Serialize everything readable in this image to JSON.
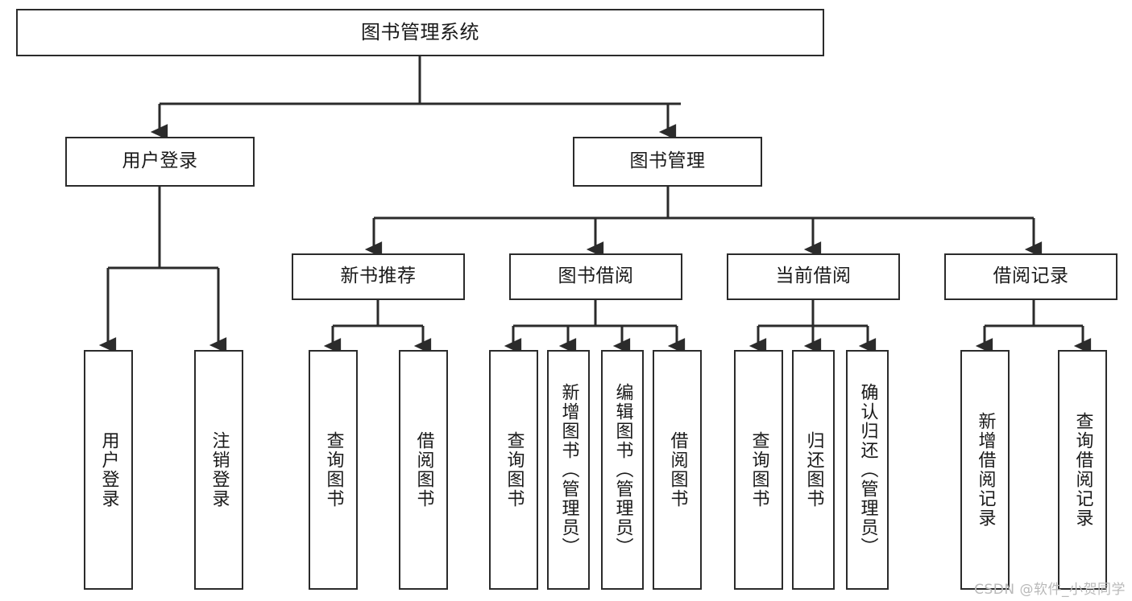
{
  "diagram": {
    "title": "图书管理系统",
    "type": "hierarchy-tree",
    "line_color": "#2b2b2b",
    "box_fill": "#ffffff",
    "text_color": "#1a1a1a"
  },
  "root": {
    "label": "图书管理系统"
  },
  "level2": [
    {
      "label": "用户登录"
    },
    {
      "label": "图书管理"
    }
  ],
  "level3": [
    {
      "label": "新书推荐"
    },
    {
      "label": "图书借阅"
    },
    {
      "label": "当前借阅"
    },
    {
      "label": "借阅记录"
    }
  ],
  "leaves": {
    "user_login": [
      {
        "label": "用户登录"
      },
      {
        "label": "注销登录"
      }
    ],
    "new_book_recommend": [
      {
        "label": "查询图书"
      },
      {
        "label": "借阅图书"
      }
    ],
    "book_borrow": [
      {
        "label": "查询图书"
      },
      {
        "label": "新增图书（管理员）"
      },
      {
        "label": "编辑图书（管理员）"
      },
      {
        "label": "借阅图书"
      }
    ],
    "current_borrow": [
      {
        "label": "查询图书"
      },
      {
        "label": "归还图书"
      },
      {
        "label": "确认归还（管理员）"
      }
    ],
    "borrow_record": [
      {
        "label": "新增借阅记录"
      },
      {
        "label": "查询借阅记录"
      }
    ]
  },
  "watermark": {
    "text": "CSDN @软件_小贺同学"
  }
}
